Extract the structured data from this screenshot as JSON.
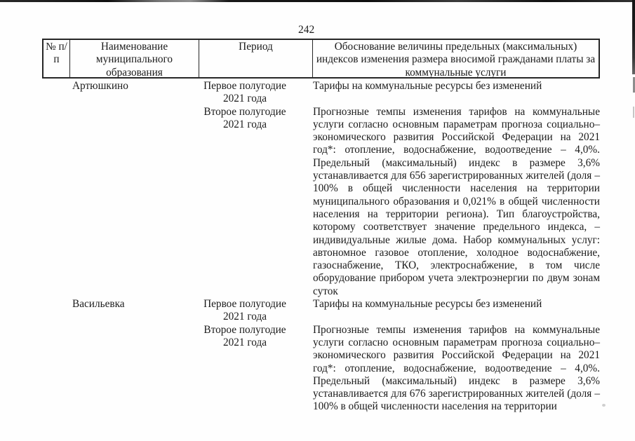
{
  "page": {
    "number": "242"
  },
  "colors": {
    "text": "#1b1b1b",
    "border": "#262626",
    "paper": "#fefefe"
  },
  "table": {
    "headers": {
      "num": "№ п/п",
      "municipality": "Наименование муниципального образования",
      "period": "Период",
      "justification": "Обоснование величины предельных (максимальных) индексов изменения размера вносимой гражданами платы за коммунальные услуги"
    },
    "rows": [
      {
        "municipality": "Артюшкино",
        "entries": [
          {
            "period": "Первое полугодие 2021 года",
            "justification": "Тарифы на коммунальные ресурсы без изменений"
          },
          {
            "period": "Второе полугодие 2021 года",
            "justification": "Прогнозные темпы изменения тарифов на коммунальные услуги согласно основным параметрам прогноза социально–экономического развития Российской Федерации на 2021 год*: отопление, водоснабжение, водоотведение – 4,0%. Предельный (максимальный) индекс в размере 3,6% устанавливается для 656 зарегистрированных жителей (доля – 100% в общей численности населения на территории муниципального образования и 0,021% в общей численности населения на территории региона). Тип благоустройства, которому соответствует значение предельного индекса, – индивидуальные жилые дома. Набор коммунальных услуг: автономное газовое отопление, холодное водоснабжение, газоснабжение, ТКО, электроснабжение, в том числе оборудование прибором учета электроэнергии по двум зонам суток"
          }
        ]
      },
      {
        "municipality": "Васильевка",
        "entries": [
          {
            "period": "Первое полугодие 2021 года",
            "justification": "Тарифы на коммунальные ресурсы без изменений"
          },
          {
            "period": "Второе полугодие 2021 года",
            "justification": "Прогнозные темпы изменения тарифов на коммунальные услуги согласно основным параметрам прогноза социально–экономического развития Российской Федерации на 2021 год*: отопление, водоснабжение, водоотведение – 4,0%. Предельный (максимальный) индекс в размере 3,6% устанавливается для 676 зарегистрированных жителей (доля – 100% в общей численности населения на территории"
          }
        ]
      }
    ]
  }
}
